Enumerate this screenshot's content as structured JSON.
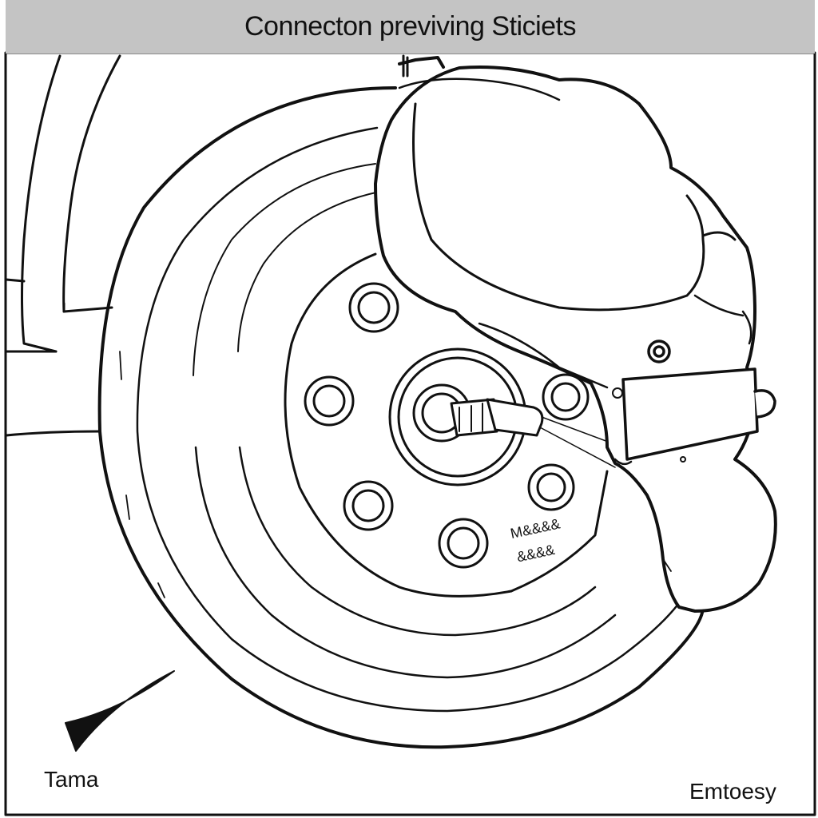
{
  "title": "Connecton previving Sticiets",
  "labels": {
    "left": "Tama",
    "right": "Emtoesy"
  },
  "rotor_stamp_text": "M&&&&\n&&&&"
}
